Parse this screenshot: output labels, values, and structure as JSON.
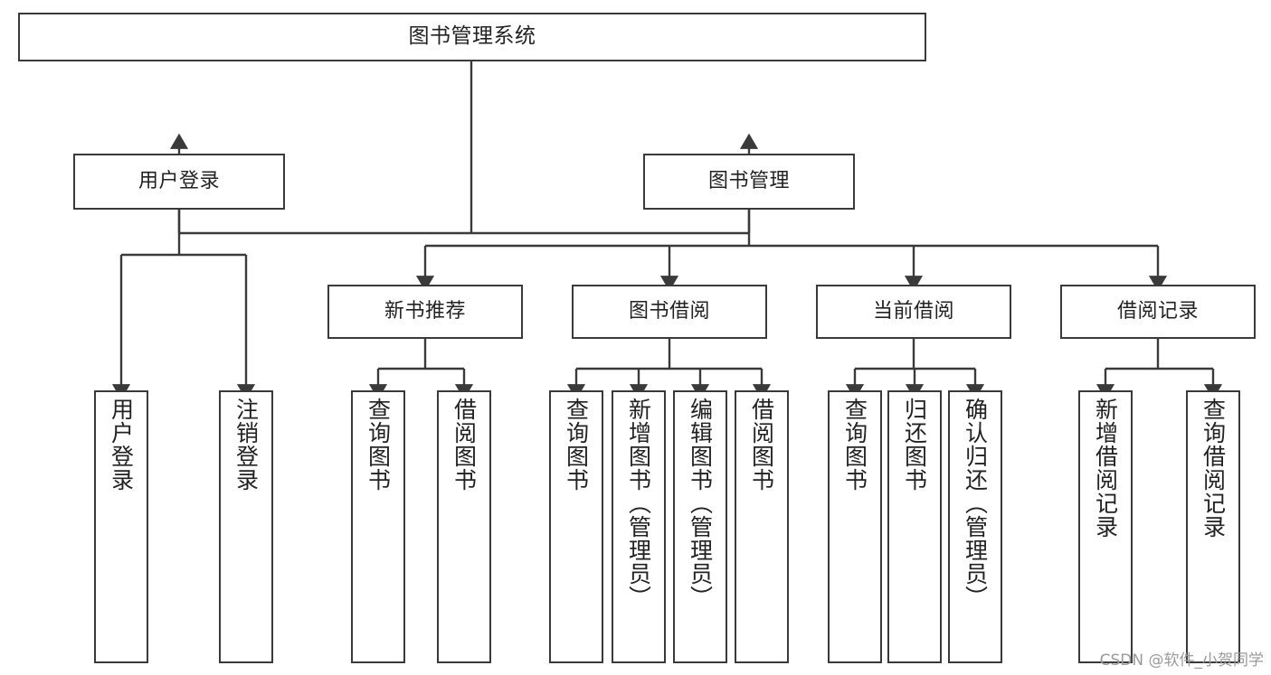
{
  "diagram": {
    "title": "图书管理系统",
    "type": "tree-hierarchy-diagram",
    "stroke_color": "#3a3a3a",
    "text_color": "#222222",
    "background_color": "#ffffff",
    "root": {
      "label": "图书管理系统"
    },
    "level2": [
      {
        "label": "用户登录"
      },
      {
        "label": "图书管理"
      }
    ],
    "level3": [
      {
        "label": "新书推荐"
      },
      {
        "label": "图书借阅"
      },
      {
        "label": "当前借阅"
      },
      {
        "label": "借阅记录"
      }
    ],
    "leaves": {
      "user_login": [
        {
          "label": "用户登录"
        },
        {
          "label": "注销登录"
        }
      ],
      "new_book_recommend": [
        {
          "label": "查询图书"
        },
        {
          "label": "借阅图书"
        }
      ],
      "book_borrow": [
        {
          "label": "查询图书"
        },
        {
          "label": "新增图书（管理员）"
        },
        {
          "label": "编辑图书（管理员）"
        },
        {
          "label": "借阅图书"
        }
      ],
      "current_borrow": [
        {
          "label": "查询图书"
        },
        {
          "label": "归还图书"
        },
        {
          "label": "确认归还（管理员）"
        }
      ],
      "borrow_record": [
        {
          "label": "新增借阅记录"
        },
        {
          "label": "查询借阅记录"
        }
      ]
    }
  },
  "watermark": {
    "text": "CSDN @软件_小贺同学"
  }
}
